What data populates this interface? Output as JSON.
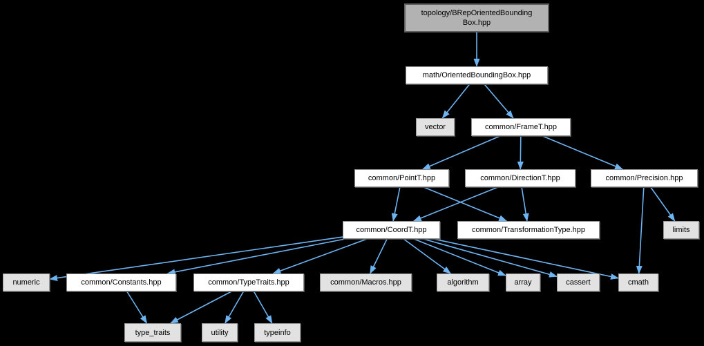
{
  "diagram": {
    "kind": "include-dependency-graph",
    "root_file": "topology/BRepOrientedBounding\nBox.hpp"
  },
  "colors": {
    "background": "#000000",
    "edge": "#6db4f2",
    "text": "#000000",
    "file_fill": "#ffffff",
    "file_border": "#8c8c8c",
    "external_fill": "#e2e2e2",
    "external_border": "#989898",
    "root_fill": "#b2b2b2",
    "root_border": "#606060"
  },
  "nodes": [
    {
      "id": "root",
      "label": "topology/BRepOrientedBounding\nBox.hpp",
      "kind": "root"
    },
    {
      "id": "math",
      "label": "math/OrientedBoundingBox.hpp",
      "kind": "file"
    },
    {
      "id": "vector",
      "label": "vector",
      "kind": "external"
    },
    {
      "id": "frame",
      "label": "common/FrameT.hpp",
      "kind": "file"
    },
    {
      "id": "point",
      "label": "common/PointT.hpp",
      "kind": "file"
    },
    {
      "id": "direction",
      "label": "common/DirectionT.hpp",
      "kind": "file"
    },
    {
      "id": "precision",
      "label": "common/Precision.hpp",
      "kind": "file"
    },
    {
      "id": "coord",
      "label": "common/CoordT.hpp",
      "kind": "file"
    },
    {
      "id": "transform",
      "label": "common/TransformationType.hpp",
      "kind": "file"
    },
    {
      "id": "limits",
      "label": "limits",
      "kind": "external"
    },
    {
      "id": "numeric",
      "label": "numeric",
      "kind": "external"
    },
    {
      "id": "constants",
      "label": "common/Constants.hpp",
      "kind": "file"
    },
    {
      "id": "typetraits",
      "label": "common/TypeTraits.hpp",
      "kind": "file"
    },
    {
      "id": "macros",
      "label": "common/Macros.hpp",
      "kind": "external"
    },
    {
      "id": "algorithm",
      "label": "algorithm",
      "kind": "external"
    },
    {
      "id": "array",
      "label": "array",
      "kind": "external"
    },
    {
      "id": "cassert",
      "label": "cassert",
      "kind": "external"
    },
    {
      "id": "cmath",
      "label": "cmath",
      "kind": "external"
    },
    {
      "id": "type_traits",
      "label": "type_traits",
      "kind": "external"
    },
    {
      "id": "utility",
      "label": "utility",
      "kind": "external"
    },
    {
      "id": "typeinfo",
      "label": "typeinfo",
      "kind": "external"
    }
  ],
  "edges": [
    {
      "from": "root",
      "to": "math"
    },
    {
      "from": "math",
      "to": "vector"
    },
    {
      "from": "math",
      "to": "frame"
    },
    {
      "from": "frame",
      "to": "point"
    },
    {
      "from": "frame",
      "to": "direction"
    },
    {
      "from": "frame",
      "to": "precision"
    },
    {
      "from": "point",
      "to": "coord"
    },
    {
      "from": "point",
      "to": "transform"
    },
    {
      "from": "direction",
      "to": "coord"
    },
    {
      "from": "direction",
      "to": "transform"
    },
    {
      "from": "precision",
      "to": "limits"
    },
    {
      "from": "precision",
      "to": "cmath"
    },
    {
      "from": "coord",
      "to": "numeric"
    },
    {
      "from": "coord",
      "to": "constants"
    },
    {
      "from": "coord",
      "to": "typetraits"
    },
    {
      "from": "coord",
      "to": "macros"
    },
    {
      "from": "coord",
      "to": "algorithm"
    },
    {
      "from": "coord",
      "to": "array"
    },
    {
      "from": "coord",
      "to": "cassert"
    },
    {
      "from": "coord",
      "to": "cmath"
    },
    {
      "from": "constants",
      "to": "type_traits"
    },
    {
      "from": "typetraits",
      "to": "type_traits"
    },
    {
      "from": "typetraits",
      "to": "utility"
    },
    {
      "from": "typetraits",
      "to": "typeinfo"
    }
  ]
}
